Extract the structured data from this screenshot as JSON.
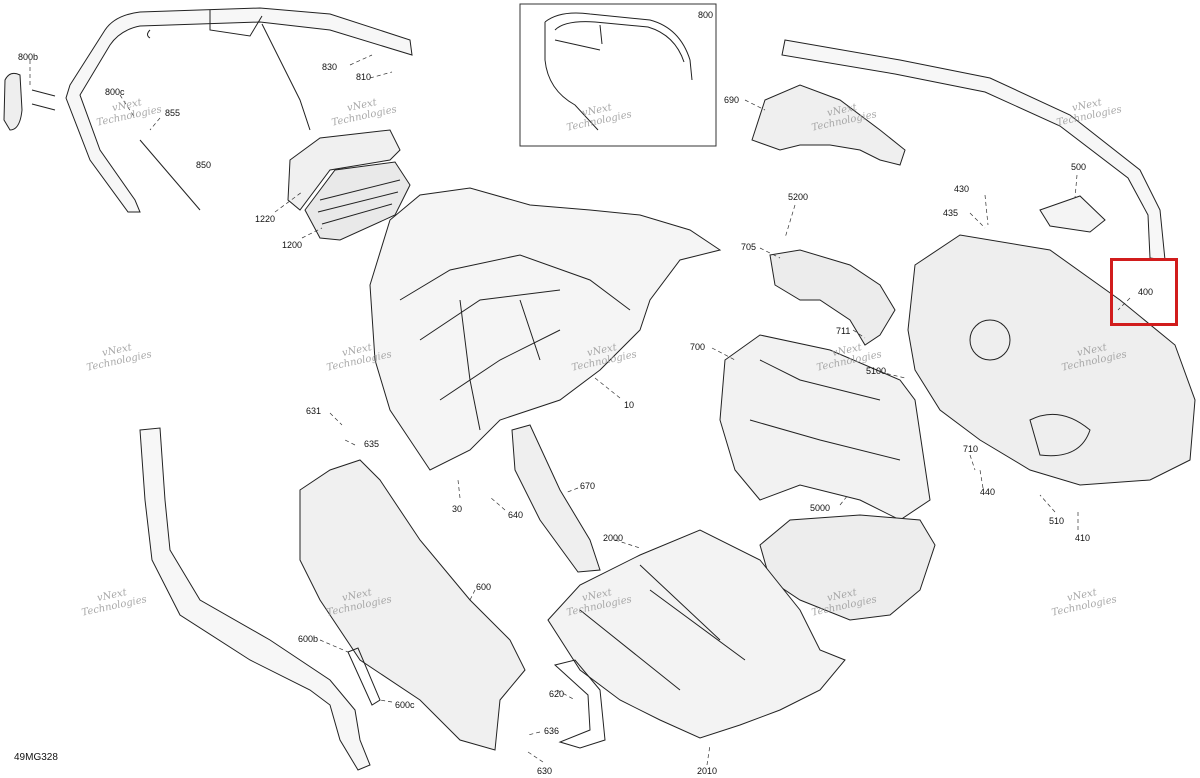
{
  "diagram_code": "49MG328",
  "watermark": {
    "line1": "vNext",
    "line2": "Technologies"
  },
  "highlight_color": "#d11c1c",
  "highlighted_part": "400",
  "callouts": {
    "c800": "800",
    "c800b": "800b",
    "c800c": "800c",
    "c855": "855",
    "c850": "850",
    "c830": "830",
    "c810": "810",
    "c1220": "1220",
    "c1200": "1200",
    "c690": "690",
    "c500": "500",
    "c430": "430",
    "c435": "435",
    "c5200": "5200",
    "c705": "705",
    "c711": "711",
    "c700": "700",
    "c5100": "5100",
    "c400": "400",
    "c10": "10",
    "c631": "631",
    "c635": "635",
    "c30": "30",
    "c640": "640",
    "c670": "670",
    "c710": "710",
    "c440": "440",
    "c5000": "5000",
    "c510": "510",
    "c410": "410",
    "c2000": "2000",
    "c600": "600",
    "c600b": "600b",
    "c600c": "600c",
    "c620": "620",
    "c636": "636",
    "c630": "630",
    "c2010": "2010"
  }
}
